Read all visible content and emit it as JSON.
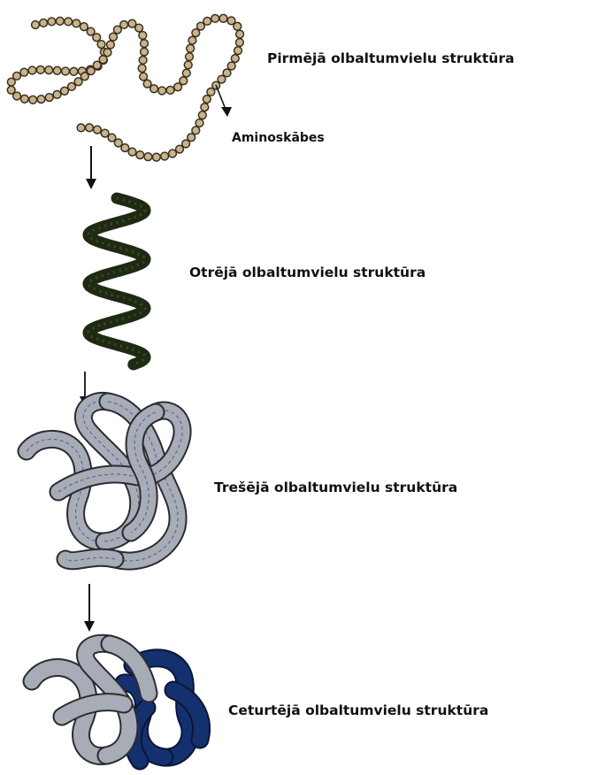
{
  "labels": {
    "primary": "Pirmējā olbaltumvielu struktūra",
    "amino_acids": "Aminoskābes",
    "secondary": "Otrējā olbaltumvielu struktūra",
    "tertiary": "Trešējā olbaltumvielu struktūra",
    "quaternary": "Ceturtējā olbaltumvielu struktūra"
  },
  "colors": {
    "bead_fill": "#c9b48a",
    "bead_stroke": "#3b2f22",
    "helix": "#1f2a12",
    "helix_highlight": "#4a5a2e",
    "tertiary_fill": "#a7acb6",
    "tertiary_stroke": "#2a2c30",
    "tertiary_inner": "#3f5a86",
    "quaternary_dark": "#15306e",
    "arrow": "#111111"
  }
}
